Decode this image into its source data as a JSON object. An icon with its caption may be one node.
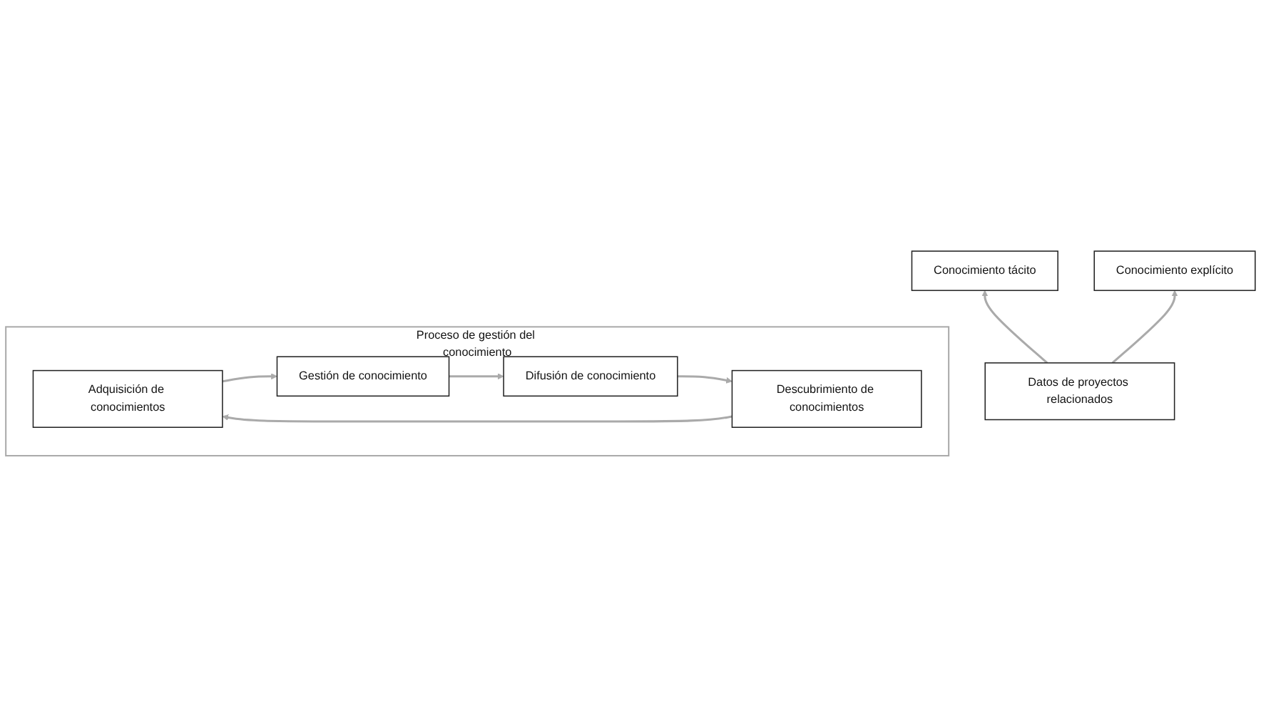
{
  "diagram": {
    "nodes": [
      {
        "text": [
          "Conocimiento tácito"
        ]
      },
      {
        "text": [
          "Conocimiento explícito"
        ]
      },
      {
        "text": [
          "Datos de proyectos relacionados"
        ]
      },
      {
        "text": [
          "Proceso de gestión del conocimiento"
        ]
      },
      {
        "text": [
          "Adquisición de conocimientos"
        ],
        "in": 3
      },
      {
        "text": [
          "Gestión de conocimiento"
        ],
        "in": 3
      },
      {
        "text": [
          "Descubrimiento de conocimientos"
        ],
        "in": 3
      },
      {
        "text": [
          "Difusión de conocimiento"
        ],
        "in": 3
      }
    ],
    "edges": [
      {
        "from": 2,
        "to": 0,
        "arrow": "to"
      },
      {
        "from": 2,
        "to": 1,
        "arrow": "to"
      },
      {
        "from": 4,
        "to": 5,
        "arrow": "to"
      },
      {
        "from": 5,
        "to": 7,
        "arrow": "to"
      },
      {
        "from": 7,
        "to": 6,
        "arrow": "to"
      },
      {
        "from": 6,
        "to": 4,
        "arrow": "to"
      }
    ]
  }
}
